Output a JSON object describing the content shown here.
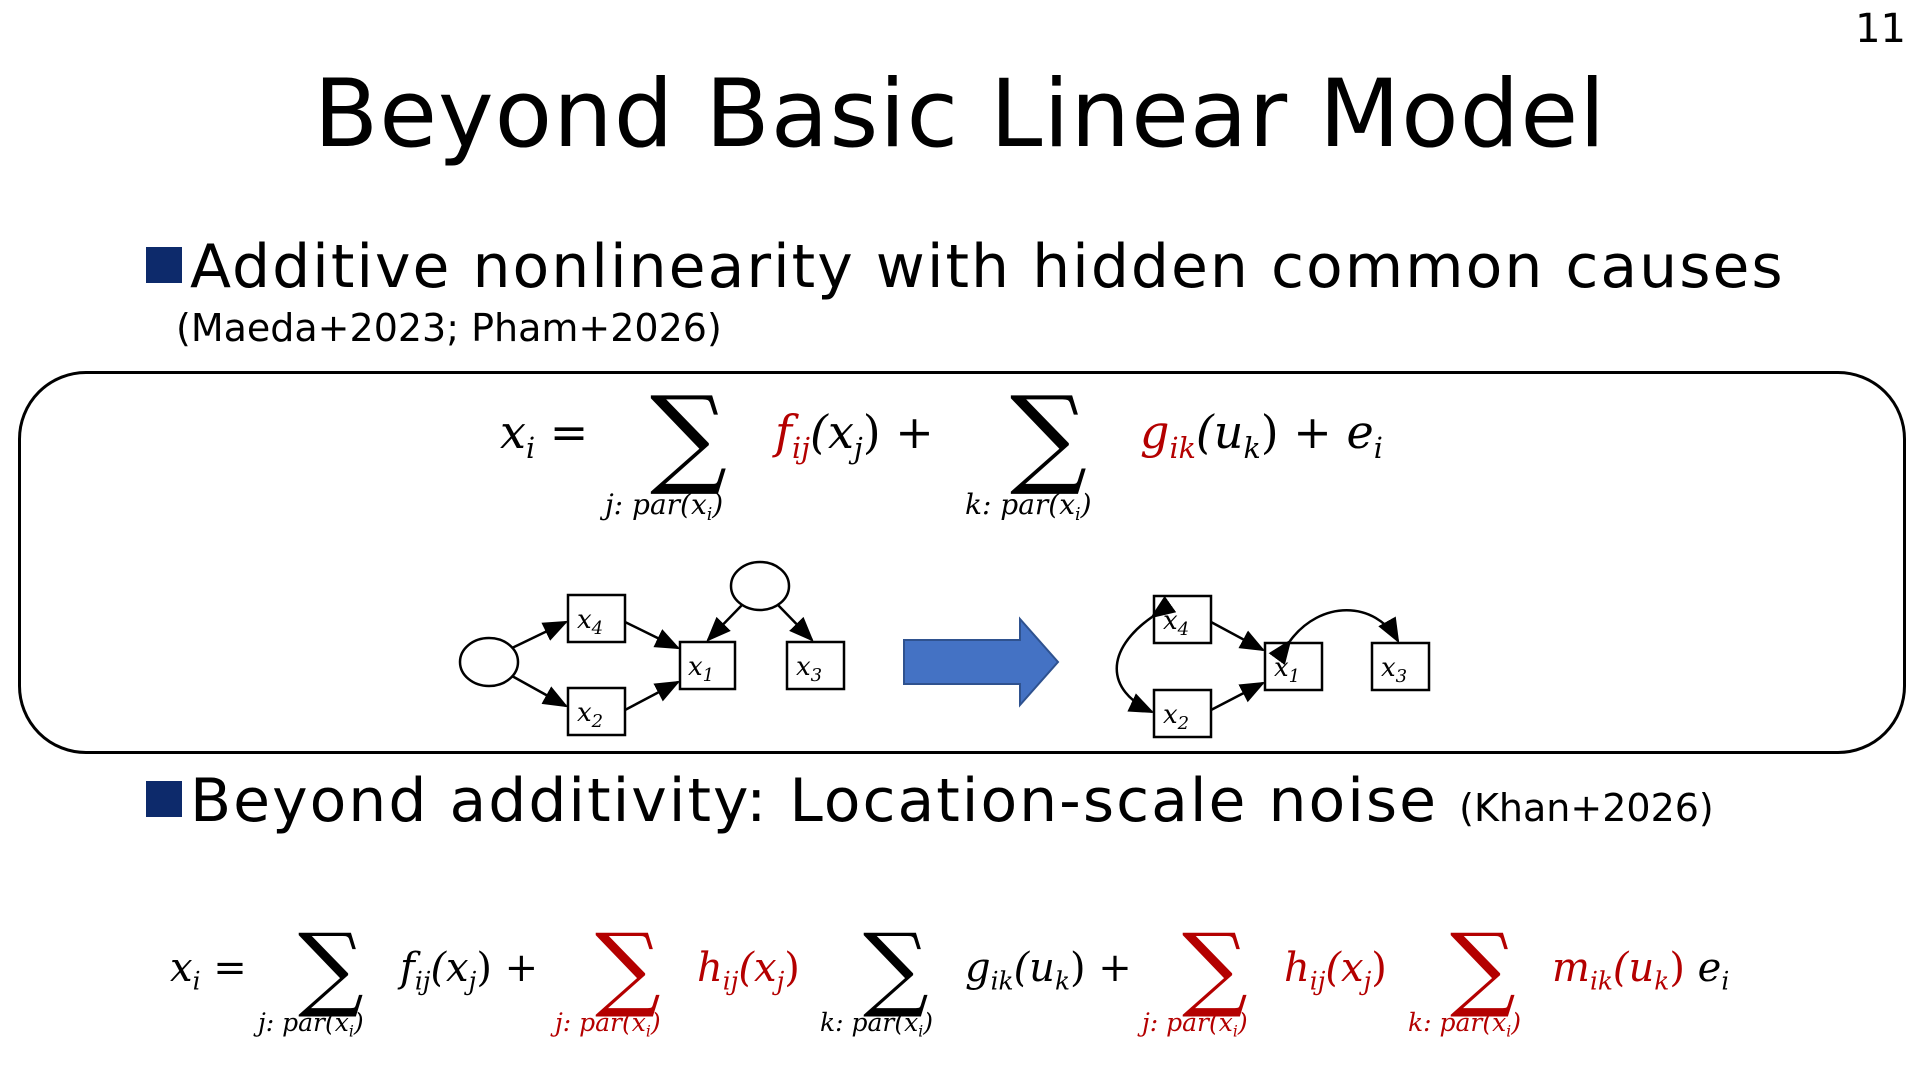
{
  "slide_number": "11",
  "title": "Beyond Basic Linear Model",
  "bullets": [
    {
      "text": "Additive nonlinearity with hidden common causes",
      "cite": "(Maeda+2023; Pham+2026)"
    },
    {
      "text": "Beyond additivity: Location-scale noise",
      "cite": "(Khan+2026)"
    }
  ],
  "colors": {
    "bullet": "#0d2a6b",
    "highlight": "#b40000",
    "arrow": "#4472c4"
  },
  "equation1": {
    "lhs": "x",
    "lhs_sub": "i",
    "sum1_lim": "j: par(x",
    "sum1_lim_sub": "i",
    "term1": "f",
    "term1_sub": "ij",
    "term1_arg": "(x",
    "term1_arg_sub": "j",
    "sum2_lim": "k: par(x",
    "sum2_lim_sub": "i",
    "term2": "g",
    "term2_sub": "ik",
    "term2_arg": "(u",
    "term2_arg_sub": "k",
    "tail": "e",
    "tail_sub": "i"
  },
  "diagram": {
    "left_nodes": [
      {
        "id": "x4",
        "label": "x",
        "sub": "4"
      },
      {
        "id": "x2",
        "label": "x",
        "sub": "2"
      },
      {
        "id": "x1",
        "label": "x",
        "sub": "1"
      },
      {
        "id": "x3",
        "label": "x",
        "sub": "3"
      }
    ],
    "right_nodes": [
      {
        "id": "x4",
        "label": "x",
        "sub": "4"
      },
      {
        "id": "x2",
        "label": "x",
        "sub": "2"
      },
      {
        "id": "x1",
        "label": "x",
        "sub": "1"
      },
      {
        "id": "x3",
        "label": "x",
        "sub": "3"
      }
    ]
  },
  "equation2": {
    "lhs": "x",
    "lhs_sub": "i",
    "terms": [
      {
        "name": "f",
        "sub": "ij",
        "arg": "(x",
        "arg_sub": "j",
        "lim": "j: par(x",
        "lim_sub": "i",
        "red": false
      },
      {
        "name": "h",
        "sub": "ij",
        "arg": "(x",
        "arg_sub": "j",
        "lim": "j: par(x",
        "lim_sub": "i",
        "red": true
      },
      {
        "name": "g",
        "sub": "ik",
        "arg": "(u",
        "arg_sub": "k",
        "lim": "k: par(x",
        "lim_sub": "i",
        "red": false
      },
      {
        "name": "h",
        "sub": "ij",
        "arg": "(x",
        "arg_sub": "j",
        "lim": "j: par(x",
        "lim_sub": "i",
        "red": true
      },
      {
        "name": "m",
        "sub": "ik",
        "arg": "(u",
        "arg_sub": "k",
        "lim": "k: par(x",
        "lim_sub": "i",
        "red": true
      }
    ],
    "tail": "e",
    "tail_sub": "i"
  }
}
